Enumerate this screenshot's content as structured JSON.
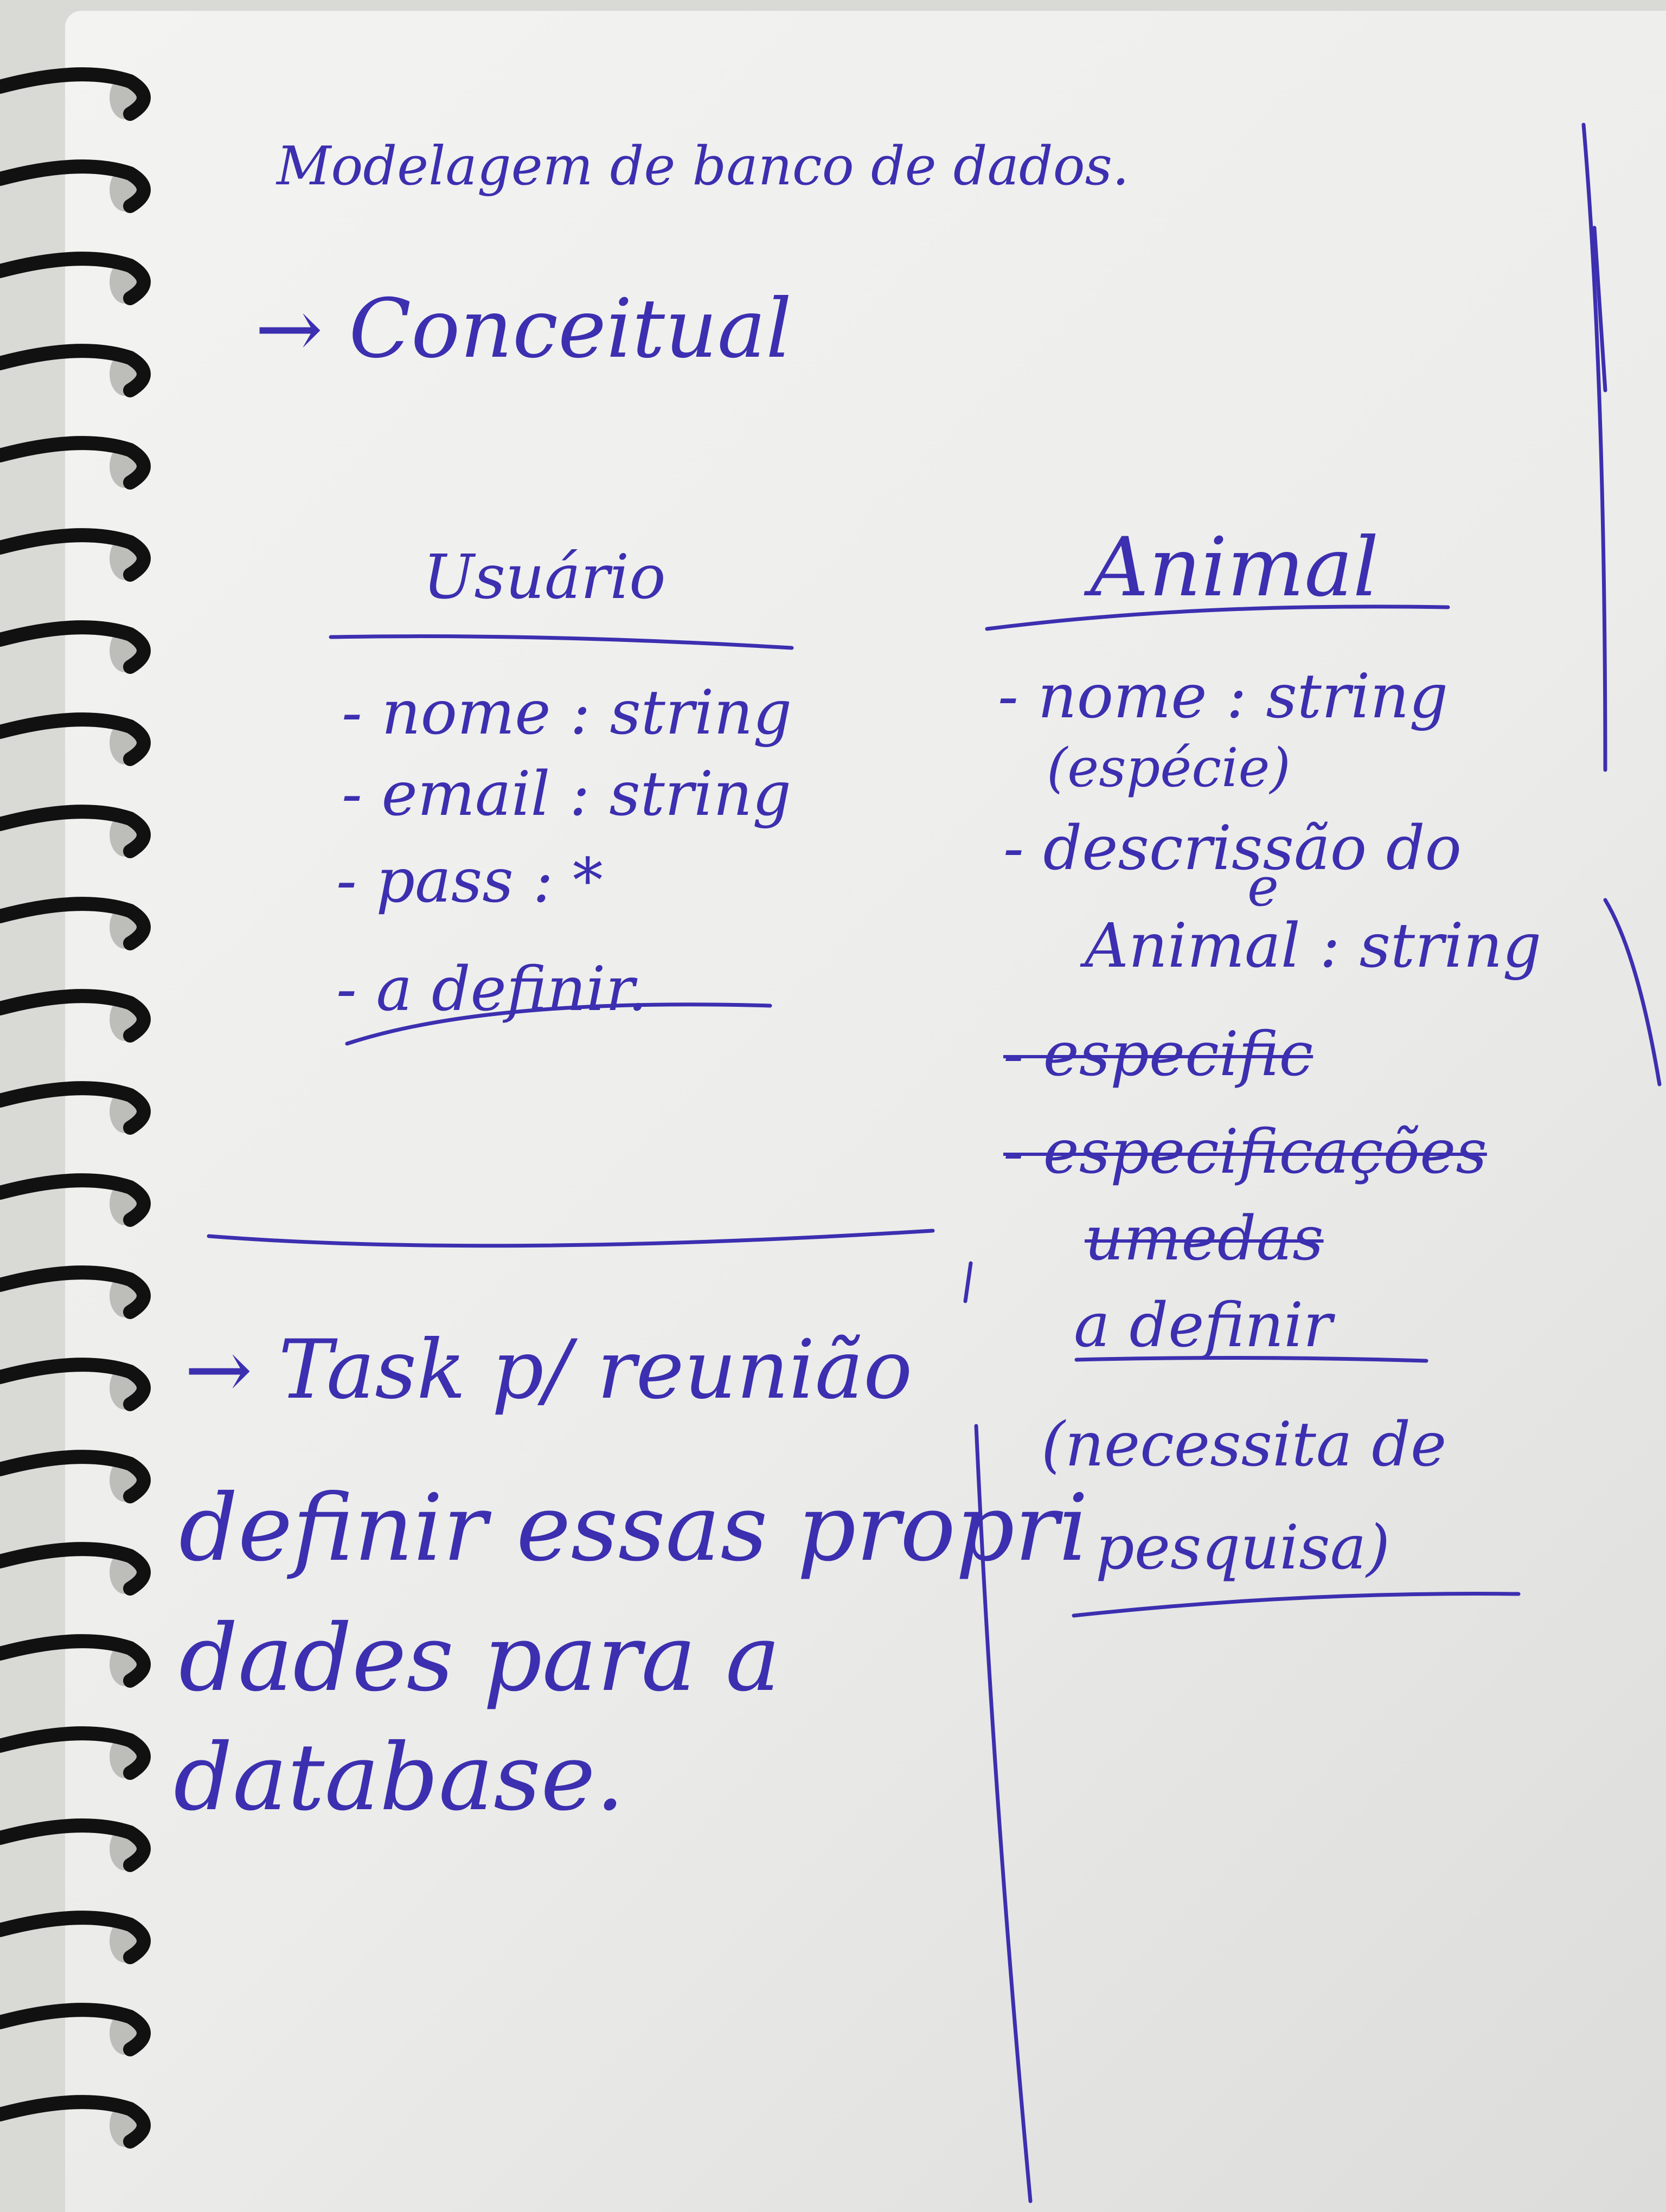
{
  "title": "Modelagem de banco de dados.",
  "section": "→ Conceitual",
  "usuario": {
    "heading": "Usuário",
    "fields": [
      "- nome : string",
      "- email : string",
      "- pass : *",
      "- a definir."
    ]
  },
  "animal": {
    "heading": "Animal",
    "fields": [
      "- nome : string",
      "(espécie)",
      "- descrissão do",
      "e",
      "Animal : string",
      "- especific",
      "- especificações",
      "umedas",
      "a definir",
      "(necessita de",
      "pesquisa)"
    ]
  },
  "note": {
    "lines": [
      "→ Task p/ reunião",
      "definir essas propri",
      "dades para a",
      "database."
    ]
  },
  "colors": {
    "ink": "#3c2fb0",
    "paper": "#f1f1ef",
    "spiral": "#111111"
  }
}
